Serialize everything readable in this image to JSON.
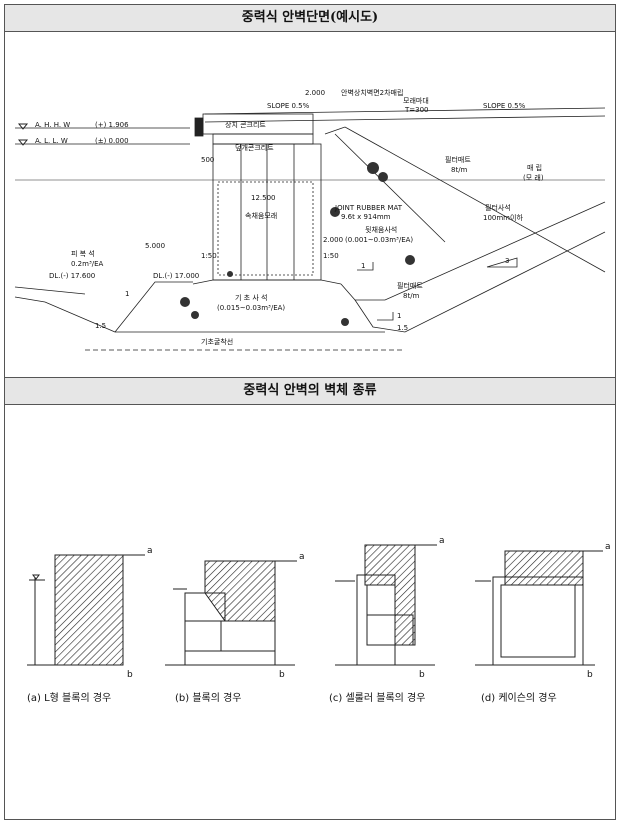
{
  "section1": {
    "title": "중력식 안벽단면(예시도)",
    "labels": {
      "ahhw": "A. H. H. W",
      "ahhw_val": "(+) 1.906",
      "allw": "A. L. L. W",
      "allw_val": "(±) 0.000",
      "dim_2000_top": "2.000",
      "cap_2nd": "안벽상치벽면2차매립",
      "slope_left": "SLOPE 0.5%",
      "slope_right": "SLOPE 0.5%",
      "sand_mat": "모래마대",
      "t300": "T=300",
      "cap_concrete": "상치 콘크리트",
      "cover_concrete": "덮개콘크리트",
      "dim_500": "500",
      "filter_mat_top": "필터매트",
      "filter_mat_top_w": "8t/m",
      "fill_sand": "매   립",
      "fill_sand2": "(모  래)",
      "dim_12500": "12.500",
      "inner_fill": "속채움모래",
      "joint_mat": "JOINT RUBBER MAT",
      "joint_mat2": "9.6t x 914mm",
      "filter_stone": "필터사석",
      "filter_stone2": "100mm이하",
      "back_fill": "뒷채움사석",
      "back_fill2": "(0.001~0.03m³/EA)",
      "dim_5000": "5.000",
      "dim_2000_mid": "2.000",
      "slope_150_l": "1:50",
      "slope_150_r": "1:50",
      "armor": "피 복 석",
      "armor2": "0.2m³/EA",
      "dl_left": "DL.(-) 17.600",
      "dl_mid": "DL.(-) 17.000",
      "base_stone": "기 초 사 석",
      "base_stone2": "(0.015~0.03m³/EA)",
      "filter_mat_bot": "필터매트",
      "filter_mat_bot_w": "8t/m",
      "excavation": "기초굴착선",
      "ratio_3": "3",
      "ratio_1a": "1",
      "ratio_1b": "1",
      "ratio_1c": "1",
      "ratio_15a": "1.5",
      "ratio_15b": "1.5"
    }
  },
  "section2": {
    "title": "중력식 안벽의 벽체 종류",
    "captions": [
      "(a) L형 블록의 경우",
      "(b) 블록의 경우",
      "(c) 셀룰러 블록의 경우",
      "(d) 케이슨의 경우"
    ],
    "point_a": "a",
    "point_b": "b"
  }
}
